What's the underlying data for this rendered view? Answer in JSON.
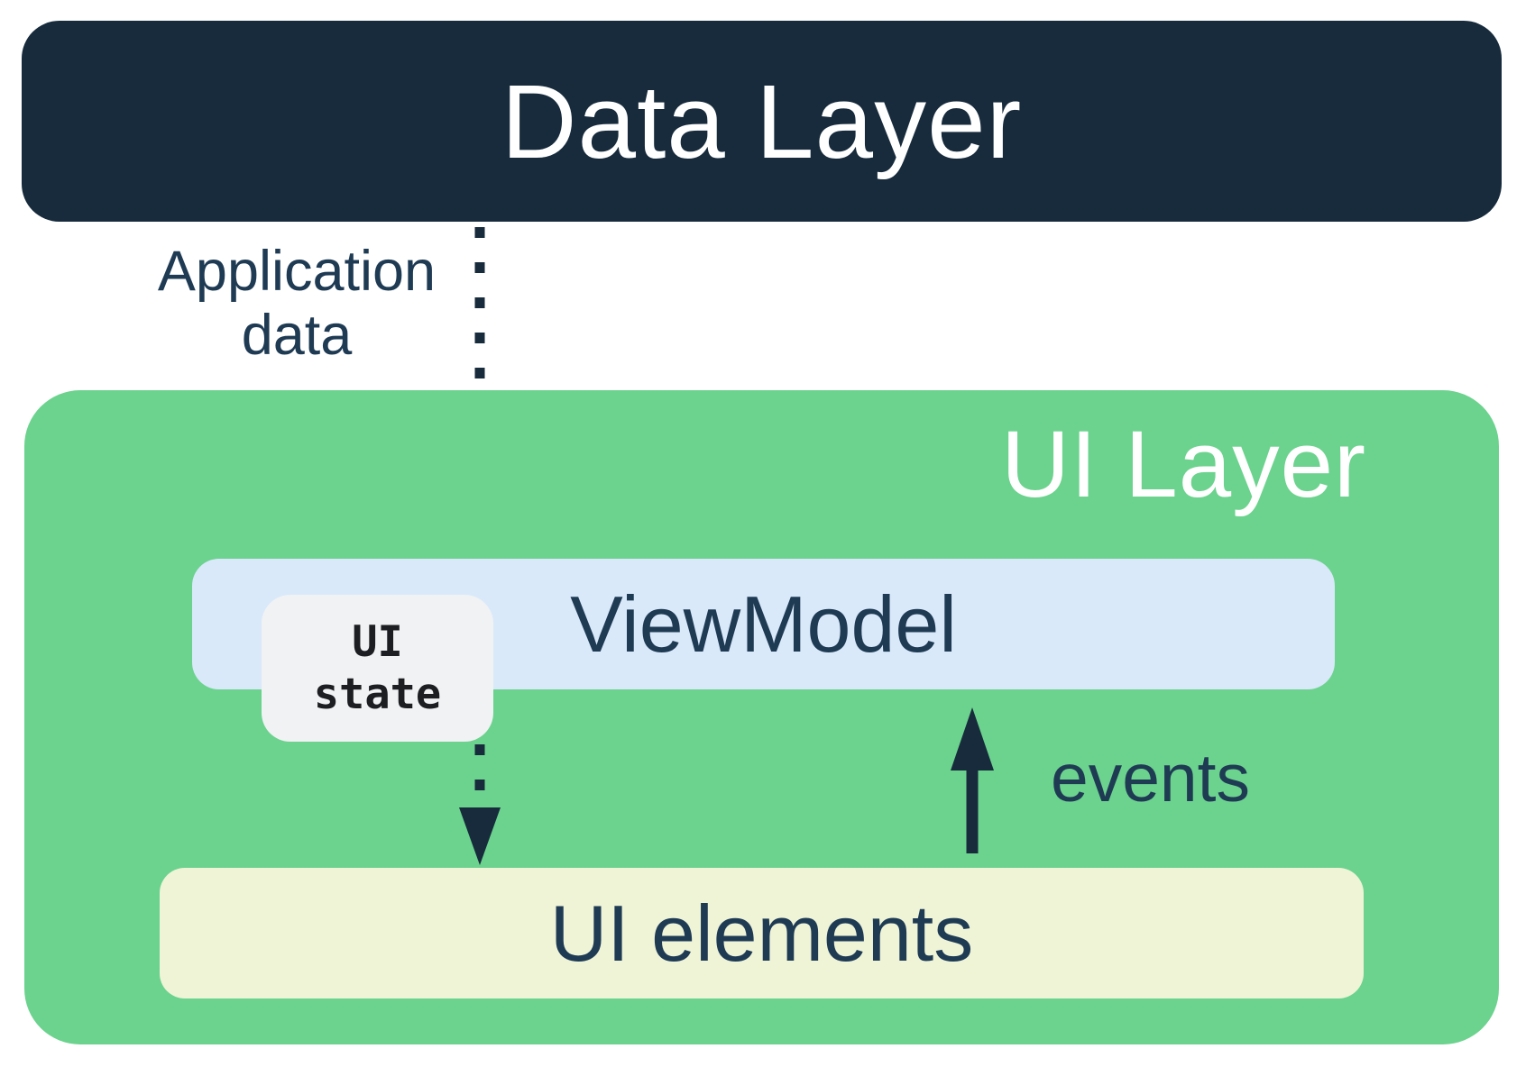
{
  "diagram": {
    "title_hint": "Android app architecture: data flow between Data Layer and UI Layer",
    "data_layer": {
      "label": "Data Layer"
    },
    "ui_layer": {
      "label": "UI Layer"
    },
    "viewmodel": {
      "label": "ViewModel"
    },
    "ui_state": {
      "line1": "UI",
      "line2": "state"
    },
    "ui_elements": {
      "label": "UI elements"
    },
    "annotations": {
      "application_data_line1": "Application",
      "application_data_line2": "data",
      "events": "events"
    },
    "arrows": [
      {
        "name": "application-data-flow-arrow",
        "style": "dotted",
        "direction": "down",
        "from": "Data Layer",
        "to": "ViewModel"
      },
      {
        "name": "ui-state-flow-arrow",
        "style": "dotted",
        "direction": "down",
        "from": "UI state",
        "to": "UI elements"
      },
      {
        "name": "events-arrow",
        "style": "solid",
        "direction": "up",
        "from": "UI elements",
        "to": "ViewModel"
      }
    ]
  },
  "colors": {
    "navy": "#172B3C",
    "text_navy": "#1F3B54",
    "green": "#6CD38E",
    "light_blue": "#D9E9FA",
    "pale_yellow": "#EFF4D7",
    "state_gray": "#F1F2F4",
    "white": "#FFFFFF"
  }
}
